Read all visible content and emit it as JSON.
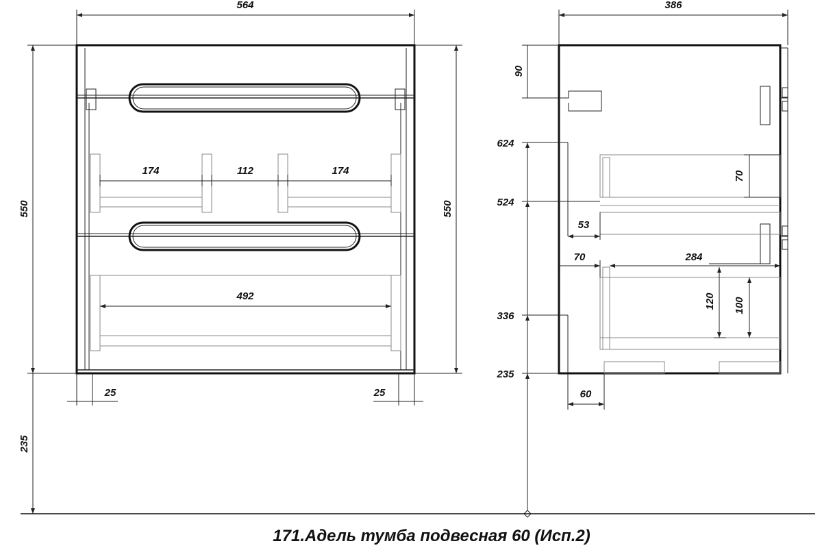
{
  "caption": "171.Адель тумба подвесная 60 (Исп.2)",
  "front_view": {
    "width": "564",
    "height_left": "550",
    "height_right": "550",
    "mount_height": "235",
    "inner_left": "174",
    "inner_middle": "112",
    "inner_right": "174",
    "inner_bottom": "492",
    "offset_left": "25",
    "offset_right": "25"
  },
  "side_view": {
    "depth": "386",
    "top_offset": "90",
    "level_624": "624",
    "level_524": "524",
    "level_336": "336",
    "level_235": "235",
    "drawer_height": "70",
    "gap_53": "53",
    "back_70": "70",
    "drawer_depth": "284",
    "drawer_120": "120",
    "drawer_100": "100",
    "foot_60": "60"
  }
}
